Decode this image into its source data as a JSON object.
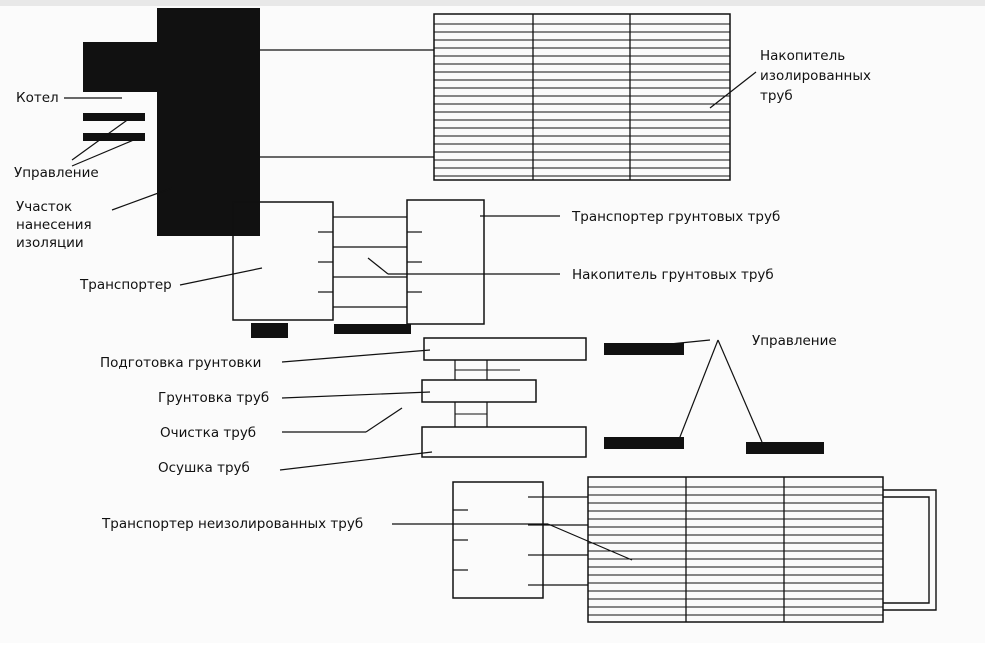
{
  "labels": {
    "kotel": "Котел",
    "upravlenie_left": "Управление",
    "uchastok_1": "Участок",
    "uchastok_2": "нанесения",
    "uchastok_3": "изоляции",
    "nakopitel_iz_1": "Накопитель",
    "nakopitel_iz_2": "изолированных",
    "nakopitel_iz_3": "труб",
    "transporter_gruntovyh": "Транспортер грунтовых труб",
    "nakopitel_gruntovyh": "Накопитель грунтовых труб",
    "transporter": "Транспортер",
    "upravlenie_right": "Управление",
    "podgotovka": "Подготовка грунтовки",
    "gruntovka": "Грунтовка труб",
    "ochistka": "Очистка труб",
    "osushka": "Осушка труб",
    "transporter_neizol": "Транспортер неизолированных труб"
  },
  "colors": {
    "ink": "#111111",
    "background": "#fbfbfb",
    "faint_text": "#c9c9c9"
  }
}
